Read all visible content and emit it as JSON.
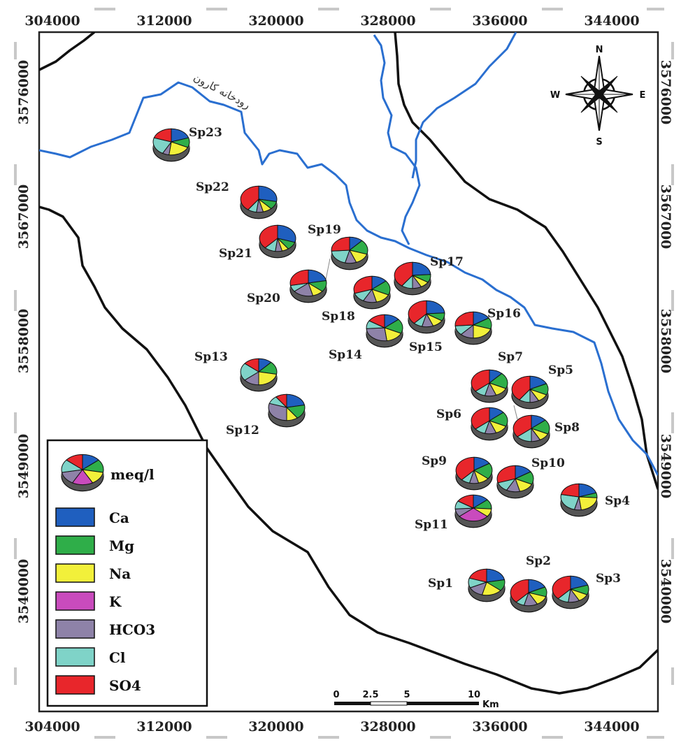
{
  "axes": {
    "x_ticks": [
      "304000",
      "312000",
      "320000",
      "328000",
      "336000",
      "344000"
    ],
    "y_ticks": [
      "3576000",
      "3567000",
      "3558000",
      "3549000",
      "3540000"
    ]
  },
  "river_name": "رودخانه کارون",
  "compass": {
    "n": "N",
    "s": "S",
    "e": "E",
    "w": "W"
  },
  "legend": {
    "unit": "meq/l",
    "items": [
      {
        "label": "Ca",
        "color": "#1f5fbf"
      },
      {
        "label": "Mg",
        "color": "#2fae49"
      },
      {
        "label": "Na",
        "color": "#f2f03a"
      },
      {
        "label": "K",
        "color": "#c94bbd"
      },
      {
        "label": "HCO3",
        "color": "#8e82a8"
      },
      {
        "label": "Cl",
        "color": "#7fd3c8"
      },
      {
        "label": "SO4",
        "color": "#e8262b"
      }
    ]
  },
  "scale": {
    "t0": "0",
    "t1": "2.5",
    "t2": "5",
    "t3": "10",
    "unit": "Km"
  },
  "samples": [
    {
      "name": "Sp1",
      "fractions": [
        0.22,
        0.14,
        0.18,
        0,
        0.14,
        0.12,
        0.2
      ]
    },
    {
      "name": "Sp2",
      "fractions": [
        0.18,
        0.12,
        0.12,
        0,
        0.12,
        0.08,
        0.38
      ]
    },
    {
      "name": "Sp3",
      "fractions": [
        0.2,
        0.12,
        0.1,
        0,
        0.1,
        0.1,
        0.38
      ]
    },
    {
      "name": "Sp4",
      "fractions": [
        0.2,
        0.06,
        0.22,
        0,
        0.06,
        0.24,
        0.22
      ]
    },
    {
      "name": "Sp5",
      "fractions": [
        0.18,
        0.14,
        0.1,
        0,
        0.08,
        0.1,
        0.4
      ]
    },
    {
      "name": "Sp6",
      "fractions": [
        0.14,
        0.18,
        0.12,
        0,
        0.1,
        0.1,
        0.36
      ]
    },
    {
      "name": "Sp7",
      "fractions": [
        0.12,
        0.2,
        0.12,
        0,
        0.1,
        0.1,
        0.36
      ]
    },
    {
      "name": "Sp8",
      "fractions": [
        0.14,
        0.18,
        0.1,
        0,
        0.08,
        0.14,
        0.36
      ]
    },
    {
      "name": "Sp9",
      "fractions": [
        0.16,
        0.2,
        0.1,
        0,
        0.08,
        0.08,
        0.38
      ]
    },
    {
      "name": "Sp10",
      "fractions": [
        0.16,
        0.16,
        0.14,
        0,
        0.12,
        0.12,
        0.3
      ]
    },
    {
      "name": "Sp11",
      "fractions": [
        0.14,
        0.12,
        0.1,
        0.28,
        0.1,
        0.1,
        0.16
      ]
    },
    {
      "name": "Sp12",
      "fractions": [
        0.22,
        0.18,
        0.1,
        0,
        0.3,
        0.1,
        0.1
      ]
    },
    {
      "name": "Sp13",
      "fractions": [
        0.12,
        0.16,
        0.22,
        0,
        0.14,
        0.22,
        0.14
      ]
    },
    {
      "name": "Sp14",
      "fractions": [
        0.14,
        0.18,
        0.16,
        0,
        0.26,
        0.1,
        0.16
      ]
    },
    {
      "name": "Sp15",
      "fractions": [
        0.24,
        0.1,
        0.1,
        0,
        0.1,
        0.08,
        0.38
      ]
    },
    {
      "name": "Sp16",
      "fractions": [
        0.16,
        0.14,
        0.2,
        0,
        0.12,
        0.12,
        0.26
      ]
    },
    {
      "name": "Sp17",
      "fractions": [
        0.24,
        0.1,
        0.08,
        0,
        0.08,
        0.1,
        0.4
      ]
    },
    {
      "name": "Sp18",
      "fractions": [
        0.14,
        0.18,
        0.14,
        0,
        0.12,
        0.12,
        0.3
      ]
    },
    {
      "name": "Sp19",
      "fractions": [
        0.12,
        0.18,
        0.14,
        0,
        0.1,
        0.2,
        0.26
      ]
    },
    {
      "name": "Sp20",
      "fractions": [
        0.22,
        0.14,
        0.1,
        0,
        0.18,
        0.08,
        0.28
      ]
    },
    {
      "name": "Sp21",
      "fractions": [
        0.3,
        0.1,
        0.06,
        0,
        0.06,
        0.1,
        0.38
      ]
    },
    {
      "name": "Sp22",
      "fractions": [
        0.28,
        0.1,
        0.08,
        0,
        0.06,
        0.08,
        0.4
      ]
    },
    {
      "name": "Sp23",
      "fractions": [
        0.2,
        0.12,
        0.2,
        0,
        0.06,
        0.22,
        0.2
      ]
    }
  ]
}
